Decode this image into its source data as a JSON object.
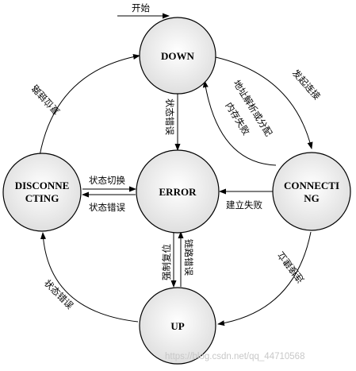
{
  "diagram": {
    "start_label": "开始",
    "nodes": {
      "down": "DOWN",
      "error": "ERROR",
      "connecting_l1": "CONNECTI",
      "connecting_l2": "NG",
      "disconnecting_l1": "DISCONNE",
      "disconnecting_l2": "CTING",
      "up": "UP"
    },
    "edges": {
      "down_to_connecting": "发起连接",
      "connecting_to_down_l1": "地址解析或分配",
      "connecting_to_down_l2": "内存失败",
      "down_to_error": "状态错误",
      "connecting_to_error": "建立失败",
      "disconnecting_to_error": "状态切换",
      "error_to_disconnecting": "状态错误",
      "disconnecting_to_down": "复位链路",
      "connecting_to_up": "连接建立",
      "up_to_disconnecting": "状态错误",
      "error_to_up": "强制复位",
      "up_to_error": "链路错误"
    }
  },
  "watermark": "https://blog.csdn.net/qq_44710568",
  "colors": {
    "node_fill": "#e9e9e9",
    "node_stroke": "#000000",
    "edge": "#000000",
    "watermark": "#c8c8c8"
  }
}
